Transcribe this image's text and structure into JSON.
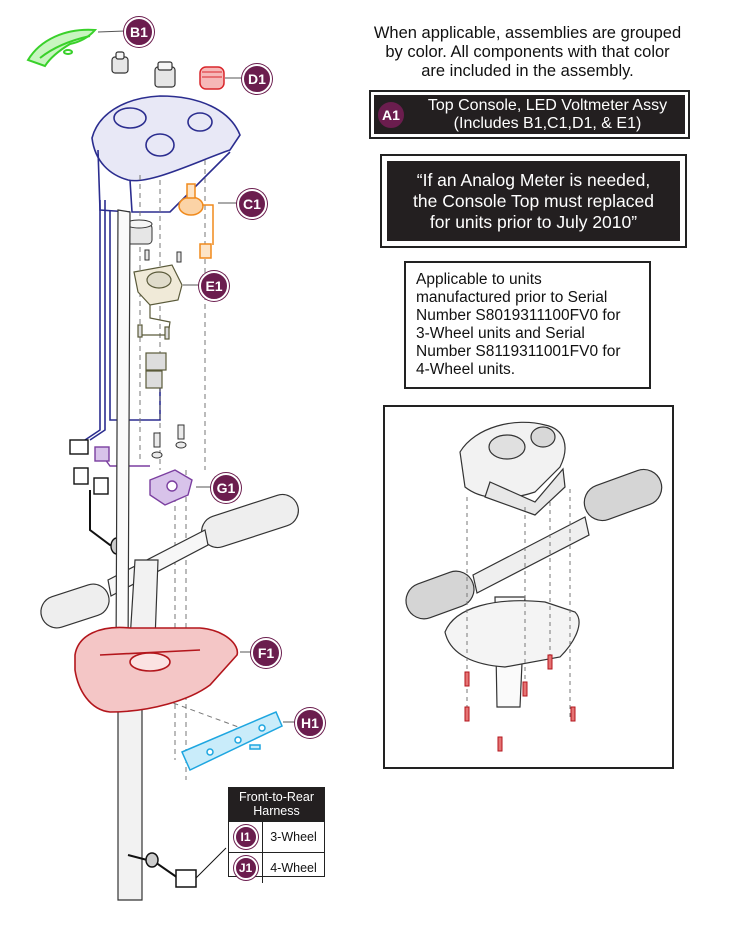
{
  "notes": {
    "intro_line1": "When applicable, assemblies are grouped",
    "intro_line2": "by color. All components with that color",
    "intro_line3": "are included in the assembly.",
    "assembly": {
      "badge": "A1",
      "line1": "Top Console, LED Voltmeter Assy",
      "line2": "(Includes B1,C1,D1, & E1)"
    },
    "analog": {
      "line1": "“If an Analog Meter is needed,",
      "line2": "the Console Top must replaced",
      "line3": "for units prior to July 2010”"
    },
    "serial": {
      "line1": "Applicable to units",
      "line2": "manufactured prior to Serial",
      "line3": "Number S8019311100FV0 for",
      "line4": "3-Wheel units and Serial",
      "line5": "Number S8119311001FV0 for",
      "line6": "4-Wheel units."
    }
  },
  "callouts": {
    "B1": "B1",
    "D1": "D1",
    "C1": "C1",
    "E1": "E1",
    "G1": "G1",
    "F1": "F1",
    "H1": "H1"
  },
  "harness_table": {
    "title_line1": "Front-to-Rear",
    "title_line2": "Harness",
    "rows": [
      {
        "badge": "I1",
        "label": "3-Wheel"
      },
      {
        "badge": "J1",
        "label": "4-Wheel"
      }
    ]
  },
  "colors": {
    "badge": "#6b1d4e",
    "console_blue": "#2b2d8f",
    "shroud_green": "#39d12a",
    "knob_red": "#d9262b",
    "bracket_orange": "#f08a1c",
    "g1_purple": "#7b3fa0",
    "f1_red": "#b3161c",
    "h1_blue": "#1ea6e0",
    "line_gray": "#555555"
  }
}
